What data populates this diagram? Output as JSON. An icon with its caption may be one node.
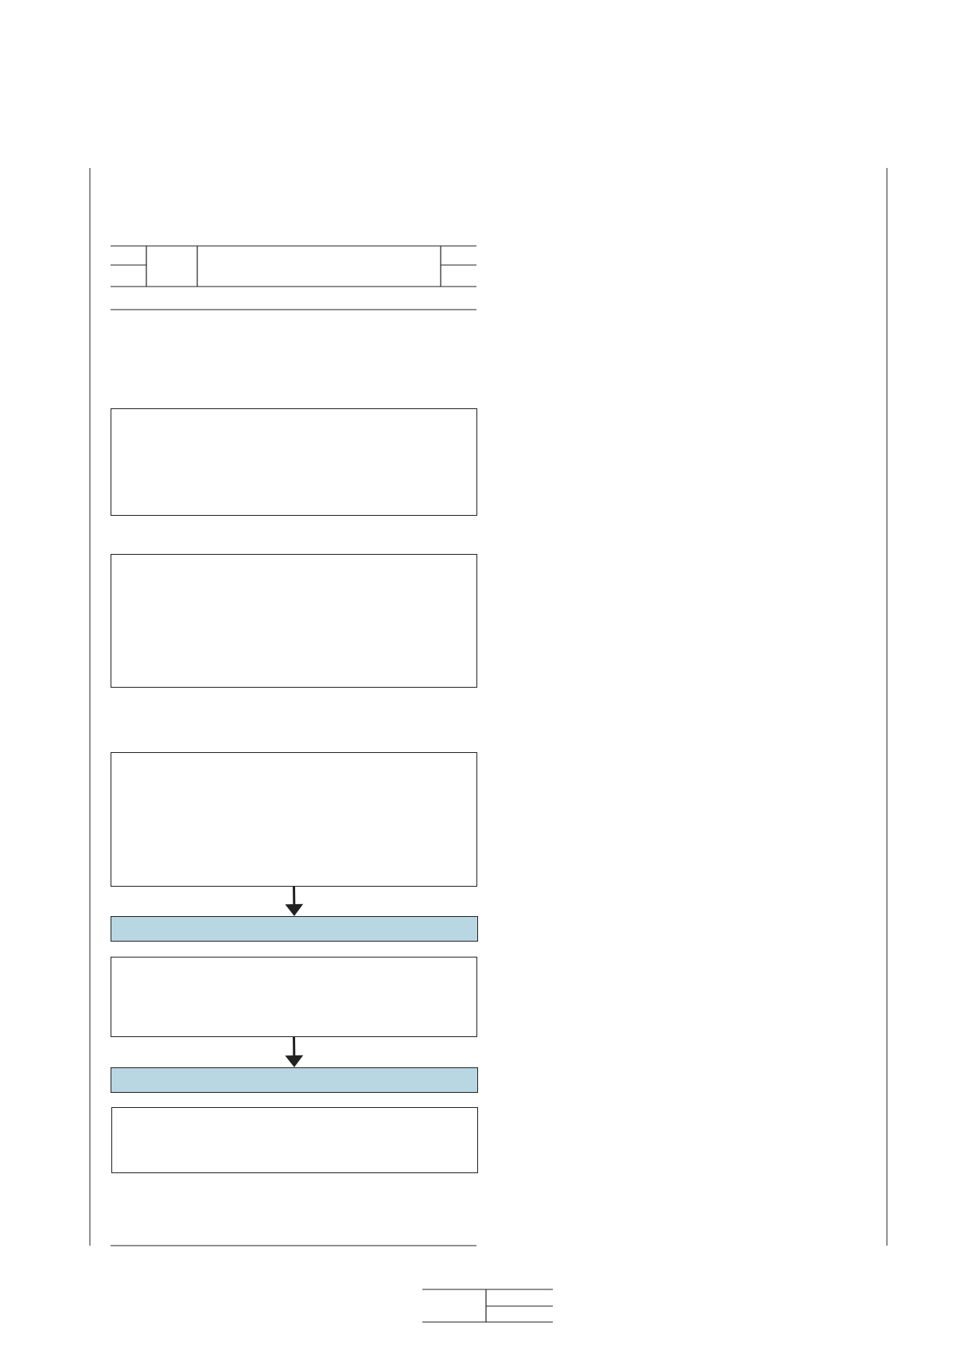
{
  "diagram": {
    "nodes": [
      {
        "text": [],
        "shape": "box"
      },
      {
        "text": [],
        "shape": "box"
      },
      {
        "text": [],
        "shape": "box"
      },
      {
        "text": [],
        "shape": "bar"
      },
      {
        "text": [],
        "shape": "box"
      },
      {
        "text": [],
        "shape": "bar"
      },
      {
        "text": [],
        "shape": "box"
      }
    ],
    "edges": [
      {
        "from": 2,
        "to": 3,
        "arrow": "to"
      },
      {
        "from": 4,
        "to": 5,
        "arrow": "to"
      }
    ]
  }
}
